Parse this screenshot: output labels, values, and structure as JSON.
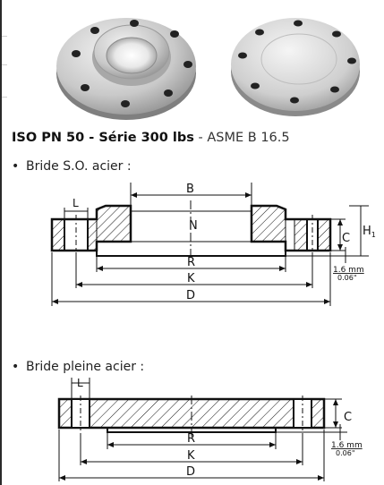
{
  "heading": {
    "bold": "ISO PN 50 - Série 300 lbs",
    "standard": " - ASME B 16.5"
  },
  "bullets": {
    "slip_on": "Bride S.O. acier :",
    "blind": "Bride pleine acier :"
  },
  "drawing_slip_on": {
    "B": "B",
    "L": "L",
    "N": "N",
    "C": "C",
    "H": "H",
    "H_sub": "1",
    "R": "R",
    "K": "K",
    "D": "D",
    "raised_face_mm": "1.6 mm",
    "raised_face_in": "0.06\""
  },
  "drawing_blind": {
    "L": "L",
    "C": "C",
    "R": "R",
    "K": "K",
    "D": "D",
    "raised_face_mm": "1.6 mm",
    "raised_face_in": "0.06\""
  }
}
